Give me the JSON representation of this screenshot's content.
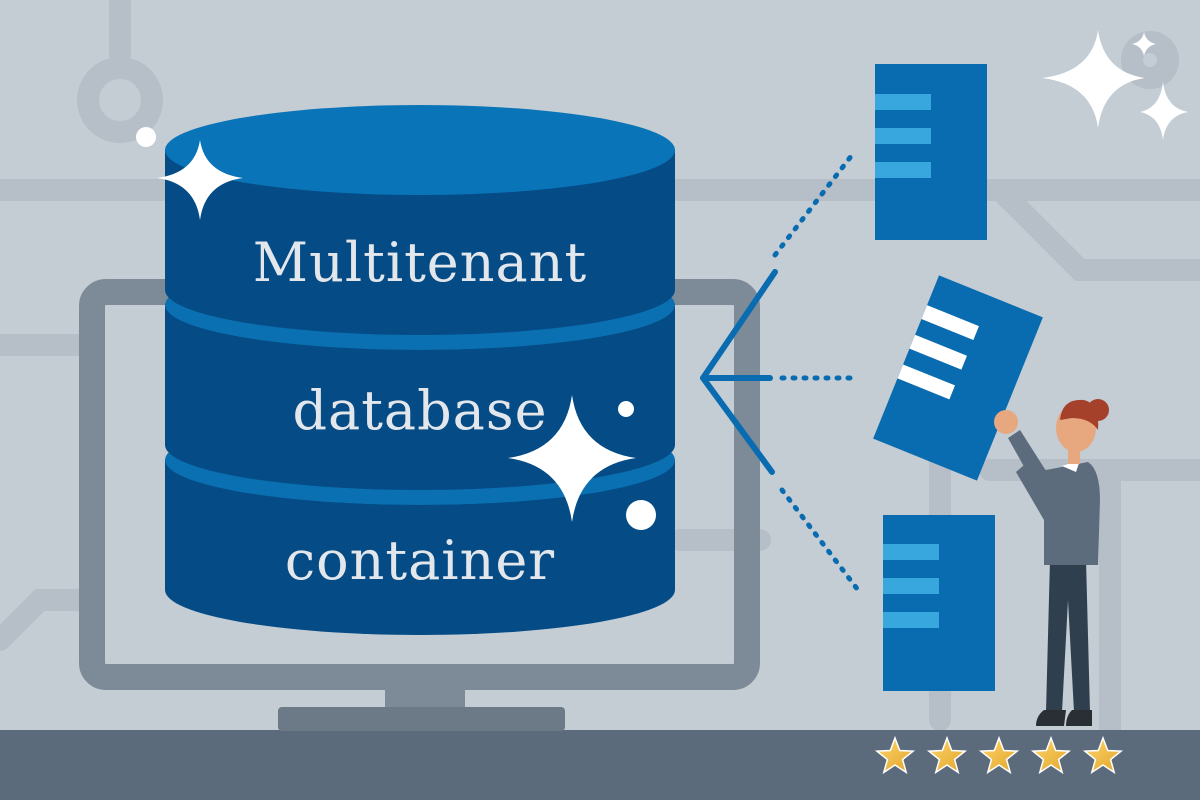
{
  "illustration": {
    "label_lines": [
      "Multitenant",
      "database",
      "container"
    ],
    "rating": {
      "value": 5,
      "max": 5
    }
  },
  "colors": {
    "background": "#c4ccd4",
    "circuit": "#b6bec7",
    "floor": "#5b6b7b",
    "monitor_frame": "#7d8b99",
    "monitor_stand": "#6c7986",
    "cylinder_top": "#0a74b8",
    "cylinder_body": "#054c86",
    "cylinder_rim": "#0a70b2",
    "label_text": "#e3e7ec",
    "document": "#0a6cb0",
    "document_bars_light": "#38a7dd",
    "document_bars_white": "#ffffff",
    "connector": "#0a6cb0",
    "sparkle": "#ffffff",
    "star": "#f2c14e"
  },
  "icons": {
    "database": "database-icon",
    "document": "document-icon",
    "sparkle": "sparkle-icon",
    "star": "star-icon",
    "person": "person-icon"
  }
}
